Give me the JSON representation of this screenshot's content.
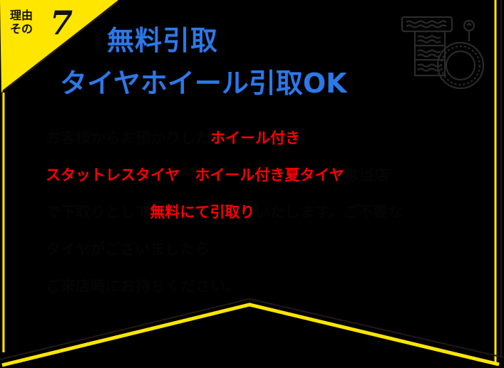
{
  "badge": {
    "label_line1": "理由",
    "label_line2": "その",
    "number": "7"
  },
  "title": {
    "line1": "無料引取",
    "line2": "タイヤホイール引取OK"
  },
  "icon": "tire-and-wheel-icon",
  "body": {
    "lines": [
      {
        "dark1": "お客様からお預かりした",
        "red1": "ホイール付き",
        "dark2": ""
      },
      {
        "dark1": "",
        "red1": "スタットレスタイヤ",
        "dark2": "・",
        "red2": "ホイール付き夏タイヤ",
        "dark3": "は当店"
      },
      {
        "dark1": "で下取りとして",
        "red1": "無料にて引取り",
        "dark2": "いたします。ご不要な"
      },
      {
        "dark1": "タイヤがございましたら",
        "red1": "",
        "dark2": ""
      },
      {
        "dark1": "ご来店時にお持ちください。",
        "red1": "",
        "dark2": ""
      }
    ]
  },
  "colors": {
    "background": "#000000",
    "accent_yellow": "#ffe600",
    "title_blue": "#2c78e8",
    "highlight_red": "#ff0000",
    "border_dark": "#231815"
  }
}
